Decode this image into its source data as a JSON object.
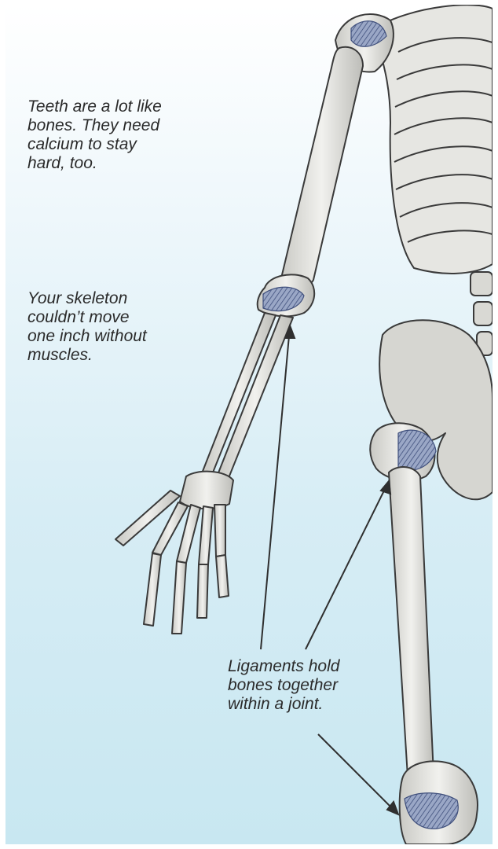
{
  "captions": {
    "teeth": [
      "Teeth are a lot like",
      "bones. They need",
      "calcium to stay",
      "hard, too."
    ],
    "skeleton": [
      "Your skeleton",
      "couldn’t move",
      "one inch without",
      "muscles."
    ],
    "ligaments": [
      "Ligaments hold",
      "bones together",
      "within a joint."
    ]
  },
  "colors": {
    "bone": "#dcdcd7",
    "bone_outline": "#3a3a3a",
    "ligament": "#5d6f9a",
    "text": "#2a2a2a"
  }
}
